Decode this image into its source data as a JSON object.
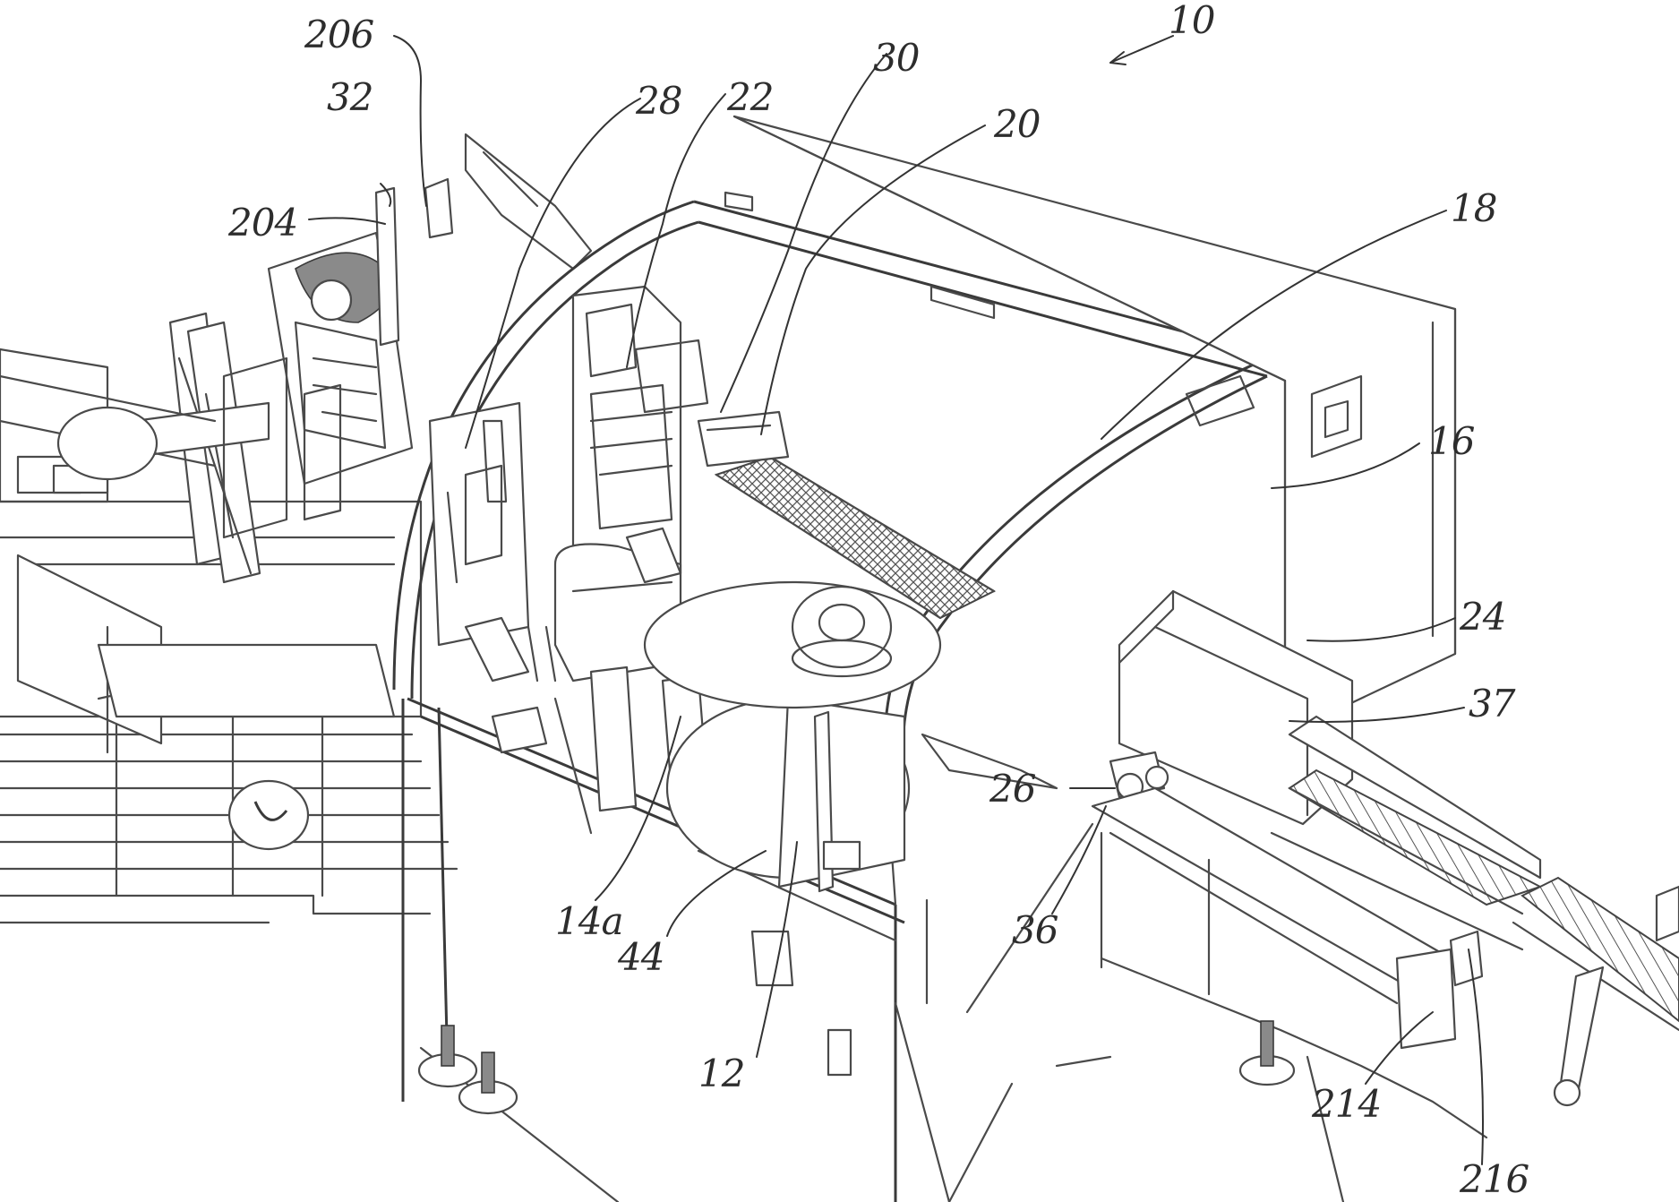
{
  "figure": {
    "reference_numerals": {
      "assembly": "10",
      "base": "12",
      "arm": "14a",
      "housing": "16",
      "top_panel": "18",
      "infeed_conveyor": "20",
      "transfer_head": "22",
      "outfeed": "24",
      "roller_unit": "26",
      "frame_plate": "28",
      "gripper": "30",
      "side_unit": "32",
      "chute": "36",
      "outfeed_cover": "37",
      "turntable": "44",
      "column": "204",
      "bracket": "206",
      "rail": "214",
      "belt": "216"
    }
  }
}
